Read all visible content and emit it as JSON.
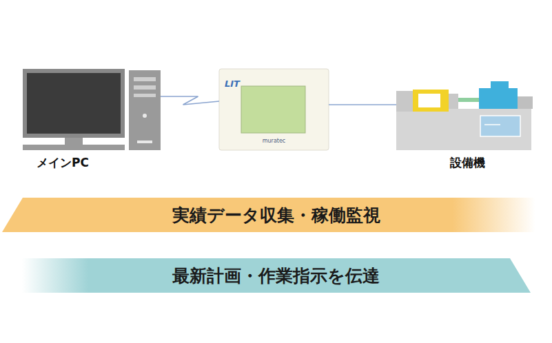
{
  "diagram": {
    "nodes": [
      {
        "text": [
          "メインPC"
        ]
      },
      {
        "text": [
          "LIT",
          "muratec"
        ]
      },
      {
        "text": [
          "設備機"
        ]
      },
      {
        "text": [
          "実績データ収集・稼働監視"
        ]
      },
      {
        "text": [
          "最新計画・作業指示を伝達"
        ]
      }
    ],
    "edges": [
      {
        "from": 0,
        "to": 1,
        "arrow": "none"
      },
      {
        "from": 1,
        "to": 2,
        "arrow": "none"
      }
    ]
  }
}
